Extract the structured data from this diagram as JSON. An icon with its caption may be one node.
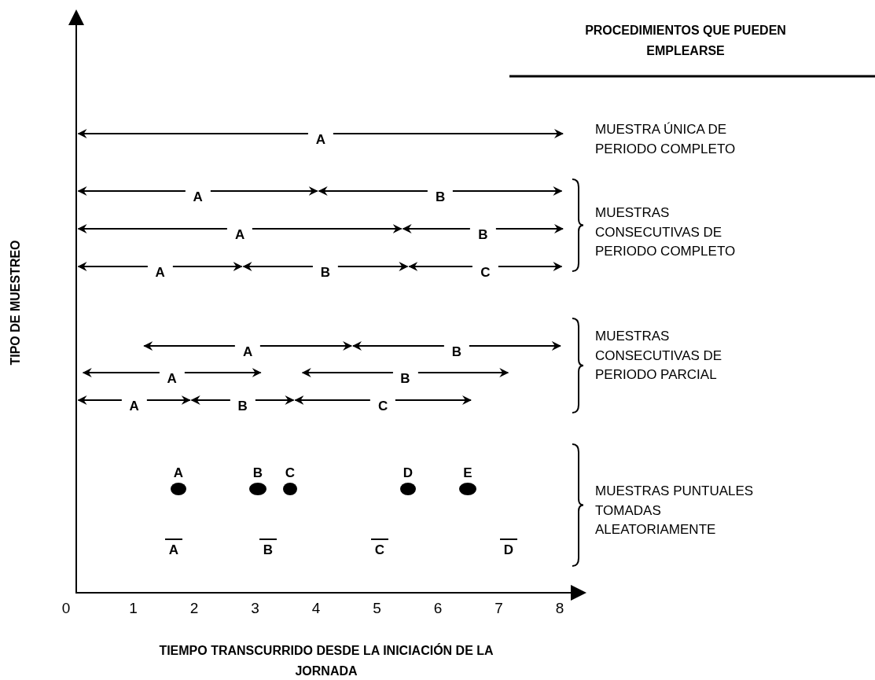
{
  "diagram": {
    "title": "PROCEDIMIENTOS QUE PUEDEN EMPLEARSE",
    "labels": [
      "A",
      "MUESTRA ÚNICA DE PERIODO COMPLETO",
      "A",
      "B",
      "A",
      "B",
      "A",
      "B",
      "C",
      "MUESTRAS CONSECUTIVAS DE PERIODO COMPLETO",
      "A",
      "B",
      "A",
      "B",
      "A",
      "B",
      "C",
      "MUESTRAS CONSECUTIVAS DE PERIODO PARCIAL",
      "A",
      "B",
      "C",
      "D",
      "E",
      "MUESTRAS PUNTUALES TOMADAS ALEATORIAMENTE",
      "A",
      "B",
      "C",
      "D",
      "TIPO DE MUESTREO",
      "0",
      "1",
      "2",
      "3",
      "4",
      "5",
      "6",
      "7",
      "8",
      "TIEMPO TRANSCURRIDO DESDE LA INICIACIÓN DE LA JORNADA"
    ]
  }
}
